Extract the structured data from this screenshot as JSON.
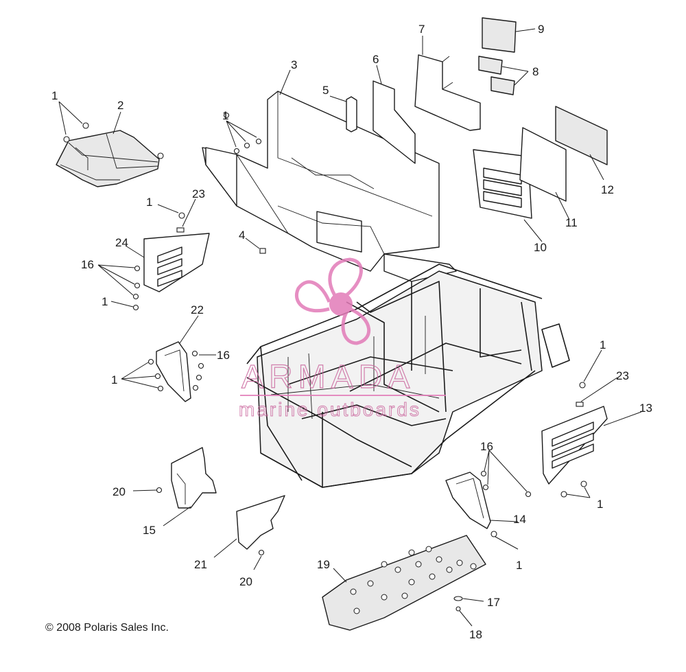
{
  "copyright": "© 2008 Polaris Sales Inc.",
  "watermark": {
    "brand": "ARMADA",
    "tagline": "marine outboards",
    "color": "#e27bb8"
  },
  "callouts": {
    "c1a": "1",
    "c2": "2",
    "c3": "3",
    "c1b": "1",
    "c5": "5",
    "c6": "6",
    "c7": "7",
    "c9": "9",
    "c8": "8",
    "c1c": "1",
    "c23a": "23",
    "c4": "4",
    "c24": "24",
    "c16a": "16",
    "c1d": "1",
    "c22": "22",
    "c16b": "16",
    "c1e": "1",
    "c10": "10",
    "c11": "11",
    "c12": "12",
    "c1f": "1",
    "c23b": "23",
    "c13": "13",
    "c16c": "16",
    "c1g": "1",
    "c14": "14",
    "c1h": "1",
    "c20a": "20",
    "c15": "15",
    "c21": "21",
    "c20b": "20",
    "c19": "19",
    "c17": "17",
    "c18": "18"
  }
}
